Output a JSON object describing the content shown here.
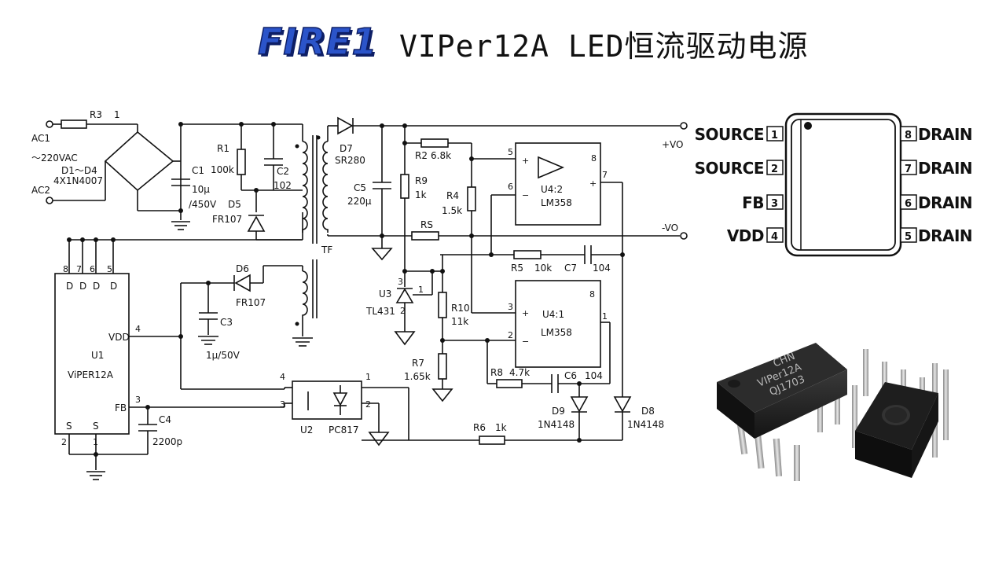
{
  "header": {
    "logo": "FIRE1",
    "title": "VIPer12A LED恒流驱动电源"
  },
  "schematic": {
    "labels": {
      "ac1": "AC1",
      "ac2": "AC2",
      "ac_voltage": "～220VAC",
      "d1_d4": "D1～D4",
      "d1_d4_part": "4X1N4007",
      "r3": "R3",
      "r3_pin": "1",
      "c1": "C1",
      "c1_value": "10μ",
      "c1_rating": "/450V",
      "r1": "R1",
      "r1_value": "100k",
      "c2": "C2",
      "c2_value": "102",
      "d5": "D5",
      "d5_part": "FR107",
      "tf": "TF",
      "d7": "D7",
      "d7_part": "SR280",
      "c5": "C5",
      "c5_value": "220μ",
      "plus_vo": "+VO",
      "minus_vo": "-VO",
      "r2": "R2",
      "r2_value": "6.8k",
      "r9": "R9",
      "r9_value": "1k",
      "r4": "R4",
      "r4_value": "1.5k",
      "rs": "RS",
      "u4_2": "U4:2",
      "lm358_a": "LM358",
      "u4_1": "U4:1",
      "lm358_b": "LM358",
      "r5": "R5",
      "r5_value": "10k",
      "c7": "C7",
      "c7_value": "104",
      "u3": "U3",
      "tl431": "TL431",
      "r10": "R10",
      "r10_value": "11k",
      "r7": "R7",
      "r7_value": "1.65k",
      "r8": "R8",
      "r8_value": "4.7k",
      "c6": "C6",
      "c6_value": "104",
      "d9": "D9",
      "d9_part": "1N4148",
      "d8": "D8",
      "d8_part": "1N4148",
      "r6": "R6",
      "r6_value": "1k",
      "u2": "U2",
      "pc817": "PC817",
      "d6": "D6",
      "d6_part": "FR107",
      "c3": "C3",
      "c3_value": "1μ/50V",
      "u1": "U1",
      "viper12a": "ViPER12A",
      "vdd": "VDD",
      "fb": "FB",
      "c4": "C4",
      "c4_value": "2200p",
      "d": "D",
      "s": "S"
    }
  },
  "pinout": {
    "left": [
      {
        "num": "1",
        "name": "SOURCE"
      },
      {
        "num": "2",
        "name": "SOURCE"
      },
      {
        "num": "3",
        "name": "FB"
      },
      {
        "num": "4",
        "name": "VDD"
      }
    ],
    "right": [
      {
        "num": "8",
        "name": "DRAIN"
      },
      {
        "num": "7",
        "name": "DRAIN"
      },
      {
        "num": "6",
        "name": "DRAIN"
      },
      {
        "num": "5",
        "name": "DRAIN"
      }
    ]
  },
  "chip_photo": {
    "marking_line1": "CHN",
    "marking_line2": "VIPer12A",
    "marking_line3": "QJ1703"
  }
}
